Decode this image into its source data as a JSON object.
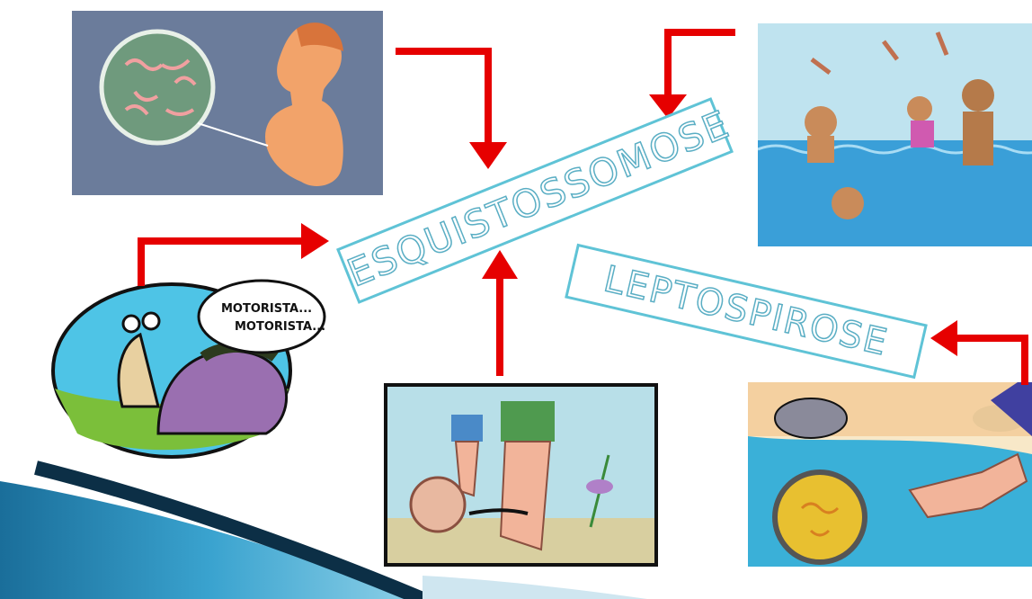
{
  "labels": {
    "primary": "ESQUISTOSSOMOSE",
    "secondary": "LEPTOSPIROSE"
  },
  "snail_speech": {
    "line1": "MOTORISTA...",
    "line2": "MOTORISTA..."
  },
  "colors": {
    "arrow": "#e60000",
    "label_border": "#5fc3d6",
    "label_text_outline": "#5aaec4",
    "banner_blue": "#1f7fae"
  },
  "icons": [
    "pregnant-child-with-worms-icon",
    "people-swimming-icon",
    "snail-icon",
    "infected-legs-icon",
    "rat-barefoot-icon"
  ]
}
